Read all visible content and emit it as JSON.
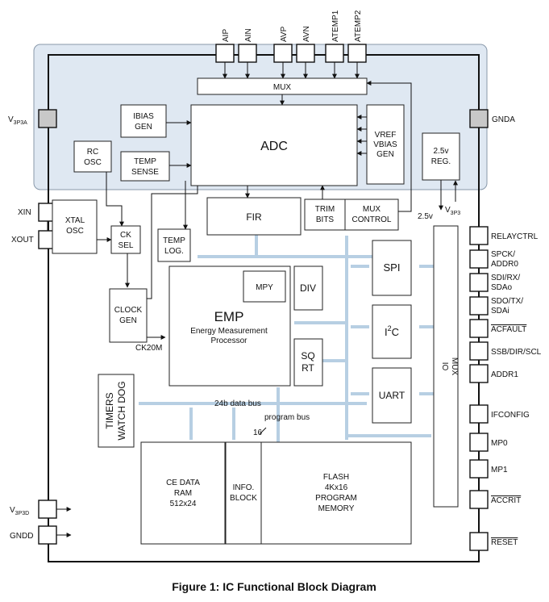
{
  "caption": "Figure 1: IC Functional Block Diagram",
  "top_pins": [
    "AIP",
    "AIN",
    "AVP",
    "AVN",
    "ATEMP1",
    "ATEMP2"
  ],
  "left_pins": {
    "v3p3a": {
      "main": "V",
      "sub": "3P3A"
    },
    "xin": "XIN",
    "xout": "XOUT",
    "v3p3d": {
      "main": "V",
      "sub": "3P3D"
    },
    "gndd": "GNDD"
  },
  "right_pins": {
    "gnda": "GNDA",
    "v3p3": {
      "main": "V",
      "sub": "3P3"
    },
    "v25": "2.5v",
    "list": [
      "RELAYCTRL",
      "SPCK/",
      "ADDR0",
      "SDI/RX/",
      "SDAo",
      "SDO/TX/",
      "SDAi",
      "ACFAULT",
      "SSB/DIR/SCL",
      "ADDR1",
      "IFCONFIG",
      "MP0",
      "MP1",
      "ACCRIT",
      "RESET"
    ]
  },
  "blocks": {
    "mux": "MUX",
    "ibias": [
      "IBIAS",
      "GEN"
    ],
    "adc": "ADC",
    "vref": [
      "VREF",
      "VBIAS",
      "GEN"
    ],
    "rc_osc": [
      "RC",
      "OSC"
    ],
    "temp_sense": [
      "TEMP",
      "SENSE"
    ],
    "reg": [
      "2.5v",
      "REG."
    ],
    "xtal": [
      "XTAL",
      "OSC"
    ],
    "ck_sel": [
      "CK",
      "SEL"
    ],
    "fir": "FIR",
    "trim": [
      "TRIM",
      "BITS"
    ],
    "mux_ctrl": [
      "MUX",
      "CONTROL"
    ],
    "temp_log": [
      "TEMP",
      "LOG."
    ],
    "clock_gen": [
      "CLOCK",
      "GEN"
    ],
    "ck20m": "CK20M",
    "mpy": "MPY",
    "emp_title": "EMP",
    "emp_sub": [
      "Energy Measurement",
      "Processor"
    ],
    "div": "DIV",
    "sqrt": [
      "SQ",
      "RT"
    ],
    "spi": "SPI",
    "i2c": {
      "main": "I",
      "sup": "2",
      "rest": "C"
    },
    "uart": "UART",
    "io_mux": [
      "IO",
      "MUX"
    ],
    "timers": [
      "TIMERS",
      "WATCH DOG"
    ],
    "data_bus": "24b data bus",
    "program_bus": "program bus",
    "bus_width": "16",
    "ce_data": [
      "CE DATA",
      "RAM",
      "512x24"
    ],
    "info": [
      "INFO.",
      "BLOCK"
    ],
    "flash": [
      "FLASH",
      "4Kx16",
      "PROGRAM",
      "MEMORY"
    ]
  }
}
